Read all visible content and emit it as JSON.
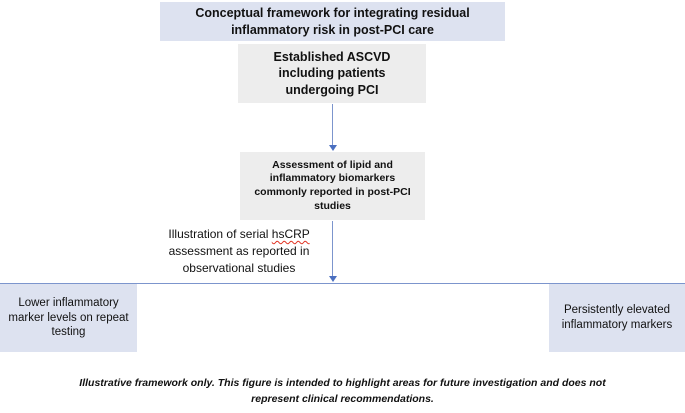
{
  "figure": {
    "banner": {
      "text": "Conceptual framework for integrating residual inflammatory risk in post-PCI care",
      "color": "#dde2f0"
    },
    "nodes": [
      {
        "id": "established-ascvd",
        "text": "Established ASCVD including patients undergoing PCI",
        "color": "#ededed"
      },
      {
        "id": "assessment-biomarkers",
        "text": "Assessment of lipid and inflammatory biomarkers commonly reported in post-PCI studies",
        "color": "#ededed"
      },
      {
        "id": "lower-inflammatory",
        "text": "Lower inflammatory marker levels on repeat testing",
        "color": "#dde2f0"
      },
      {
        "id": "persistently-elevated",
        "text": "Persistently elevated inflammatory markers",
        "color": "#dde2f0"
      }
    ],
    "annotation": {
      "prefix": "Illustration of serial ",
      "misspelled": "hsCRP",
      "suffix": " assessment as reported in observational studies"
    },
    "footnote": "Illustrative framework only. This figure is intended to highlight areas for future investigation and does not represent clinical recommendations.",
    "connector_color": "#7c95cd",
    "arrow_color": "#4a6fc0"
  }
}
